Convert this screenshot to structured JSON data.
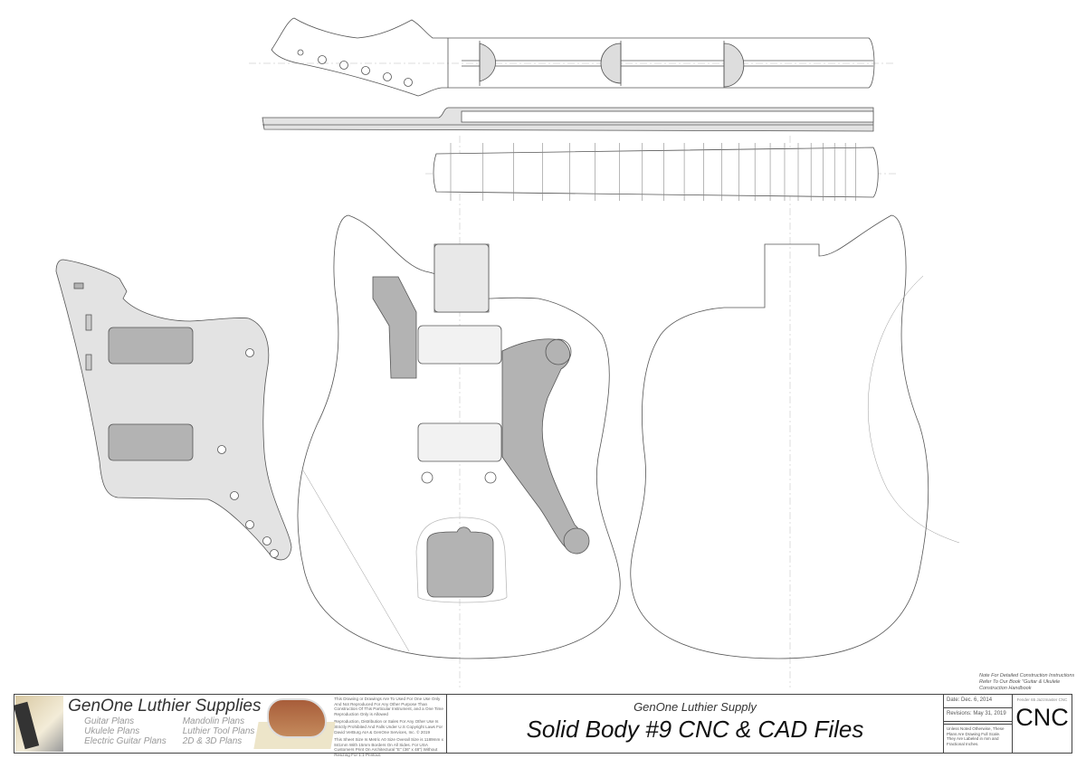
{
  "drawing": {
    "views": [
      "neck-top-view",
      "neck-side-view",
      "fretboard",
      "pickguard",
      "body-front",
      "body-back"
    ],
    "colors": {
      "line": "#555555",
      "cavity": "#b3b3b3",
      "pickguard": "#e3e3e3",
      "centerline": "#aaaaaa"
    }
  },
  "note": "Note For Detailed Construction Instructions Refer To Our Book \"Guitar & Ukulele Construction Handbook",
  "title_block": {
    "brand": "GenOne Luthier Supplies",
    "products_left": [
      "Guitar Plans",
      "Ukulele Plans",
      "Electric Guitar Plans"
    ],
    "products_right": [
      "Mandolin Plans",
      "Luthier Tool Plans",
      "2D & 3D Plans"
    ],
    "legal": [
      "This Drawing or Drawings Are To Used For One Use Only And Not Reproduced For Any Other Purpose Than Construction Of This Particular Instrument, and a One Time Reproduction Only is Allowed",
      "Reproduction, Distribution or Sales For Any Other Use Is Strictly Prohibited And Falls Under U.S Copyright Laws For David VerBurg AIA & GenOne Services, Inc. © 2019",
      "This Sheet Size Is Metric A0 Size Overall Size is 1189mm x 841mm With 15mm Borders On All Sides. For USA Customers Print On Architectural \"E\" (36\" x 48\") Without Resizing For 1:1 Printout."
    ],
    "supplier": "GenOne Luthier Supply",
    "title": "Solid Body #9 CNC & CAD Files",
    "date": "Date: Dec. 6, 2014",
    "revisions": "Revisions: May 31, 2019",
    "scale_note": "Unless Noted Otherwise, These Plans Are Drawing Full Scale. They Are Labeled in mm and Fractional Inches.",
    "model": "Fender 65 Jazzmaster CNC",
    "code": "CNC"
  }
}
